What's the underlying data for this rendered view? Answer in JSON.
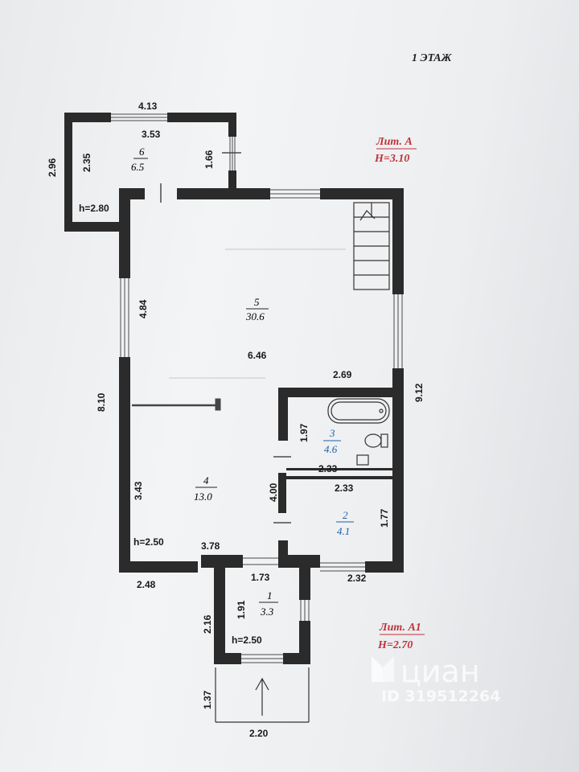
{
  "floor_title": "1 ЭТАЖ",
  "colors": {
    "wall": "#2b2b2b",
    "room_blue": "#1f5fa8",
    "lit_red": "#c0323a",
    "text": "#1a1a1a"
  },
  "lit_a": {
    "label": "Лит. А",
    "height": "Н=3.10"
  },
  "lit_a1": {
    "label": "Лит. А1",
    "height": "Н=2.70"
  },
  "rooms": [
    {
      "number": "6",
      "area": "6.5"
    },
    {
      "number": "5",
      "area": "30.6"
    },
    {
      "number": "4",
      "area": "13.0"
    },
    {
      "number": "3",
      "area": "4.6"
    },
    {
      "number": "2",
      "area": "4.1"
    },
    {
      "number": "1",
      "area": "3.3"
    }
  ],
  "dims": {
    "d413": "4.13",
    "d353": "3.53",
    "d296": "2.96",
    "d235": "2.35",
    "d166": "1.66",
    "h280": "h=2.80",
    "d484": "4.84",
    "d646": "6.46",
    "d269": "2.69",
    "d912": "9.12",
    "d810": "8.10",
    "d197": "1.97",
    "d233a": "2.33",
    "d233b": "2.33",
    "d343": "3.43",
    "d400": "4.00",
    "d177": "1.77",
    "h250a": "h=2.50",
    "d378": "3.78",
    "d248": "2.48",
    "d173": "1.73",
    "d232": "2.32",
    "d216": "2.16",
    "d191": "1.91",
    "h250b": "h=2.50",
    "d137": "1.37",
    "d220": "2.20"
  },
  "watermark": {
    "brand": "циан",
    "id": "ID 319512264"
  }
}
